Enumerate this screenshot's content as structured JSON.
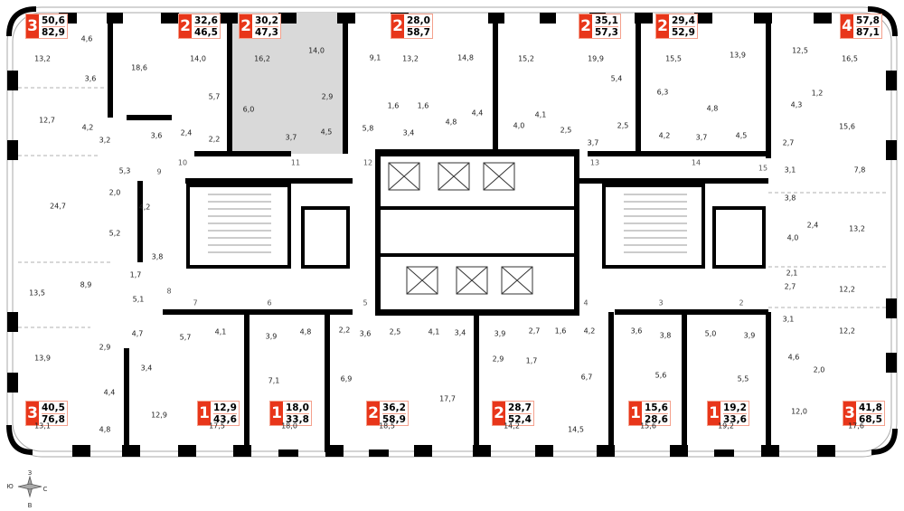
{
  "colors": {
    "accent": "#e8361a",
    "highlight": "#d9d9d9",
    "wall": "#000000"
  },
  "apartments": [
    {
      "rooms": "3",
      "living": "50,6",
      "total": "82,9"
    },
    {
      "rooms": "2",
      "living": "32,6",
      "total": "46,5"
    },
    {
      "rooms": "2",
      "living": "30,2",
      "total": "47,3"
    },
    {
      "rooms": "2",
      "living": "28,0",
      "total": "58,7"
    },
    {
      "rooms": "2",
      "living": "35,1",
      "total": "57,3"
    },
    {
      "rooms": "2",
      "living": "29,4",
      "total": "52,9"
    },
    {
      "rooms": "4",
      "living": "57,8",
      "total": "87,1"
    },
    {
      "rooms": "3",
      "living": "40,5",
      "total": "76,8"
    },
    {
      "rooms": "1",
      "living": "12,9",
      "total": "43,6"
    },
    {
      "rooms": "1",
      "living": "18,0",
      "total": "33,8"
    },
    {
      "rooms": "2",
      "living": "36,2",
      "total": "58,9"
    },
    {
      "rooms": "2",
      "living": "28,7",
      "total": "52,4"
    },
    {
      "rooms": "1",
      "living": "15,6",
      "total": "28,6"
    },
    {
      "rooms": "1",
      "living": "19,2",
      "total": "33,6"
    },
    {
      "rooms": "3",
      "living": "41,8",
      "total": "68,5"
    }
  ],
  "room_areas": [
    "13,2",
    "4,6",
    "18,6",
    "3,6",
    "12,7",
    "4,2",
    "3,2",
    "3,6",
    "2,4",
    "14,0",
    "5,7",
    "2,2",
    "16,2",
    "6,0",
    "14,0",
    "2,9",
    "3,7",
    "4,5",
    "9,1",
    "13,2",
    "1,6",
    "1,6",
    "5,8",
    "3,4",
    "4,8",
    "14,8",
    "4,4",
    "15,2",
    "4,0",
    "4,1",
    "19,9",
    "5,4",
    "6,3",
    "2,5",
    "2,5",
    "3,7",
    "15,5",
    "4,2",
    "3,7",
    "13,9",
    "4,8",
    "4,5",
    "12,5",
    "16,5",
    "1,2",
    "4,3",
    "15,6",
    "2,7",
    "5,3",
    "24,7",
    "2,0",
    "4,2",
    "5,2",
    "3,8",
    "1,7",
    "8,9",
    "13,5",
    "5,1",
    "3,1",
    "7,8",
    "3,8",
    "2,4",
    "4,0",
    "13,2",
    "2,1",
    "2,7",
    "12,2",
    "3,1",
    "12,2",
    "4,6",
    "2,0",
    "4,7",
    "13,9",
    "2,9",
    "3,4",
    "4,4",
    "4,8",
    "13,1",
    "12,9",
    "5,7",
    "4,1",
    "3,9",
    "4,8",
    "7,1",
    "2,2",
    "6,9",
    "17,5",
    "18,0",
    "3,6",
    "2,5",
    "4,1",
    "18,5",
    "17,7",
    "3,4",
    "3,9",
    "2,7",
    "1,6",
    "4,2",
    "2,9",
    "1,7",
    "6,7",
    "14,2",
    "14,5",
    "3,6",
    "3,8",
    "5,6",
    "15,6",
    "5,0",
    "3,9",
    "5,5",
    "19,2",
    "12,0",
    "17,6"
  ],
  "entrances": [
    "9",
    "10",
    "11",
    "12",
    "13",
    "14",
    "15",
    "8",
    "7",
    "6",
    "5",
    "4",
    "3",
    "2"
  ],
  "compass": {
    "north": "З",
    "south": "В",
    "west": "Ю",
    "east": "С"
  }
}
